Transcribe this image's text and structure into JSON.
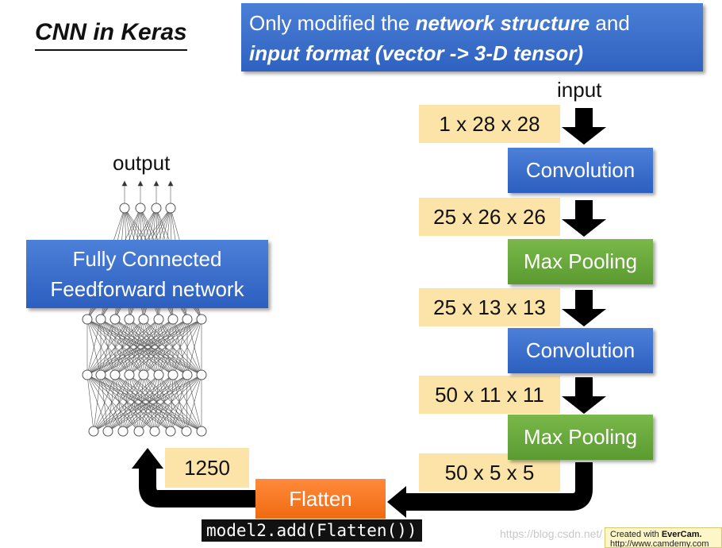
{
  "title": "CNN in Keras",
  "banner": {
    "line1_prefix": "Only modified the ",
    "line1_bold": "network structure",
    "line1_suffix": " and",
    "line2_bold": "input format (vector -> 3-D tensor)"
  },
  "input_label": "input",
  "output_label": "output",
  "shapes": [
    "1 x 28 x 28",
    "25 x 26 x 26",
    "25 x 13 x 13",
    "50 x 11 x 11",
    "50 x 5 x 5"
  ],
  "layers": [
    "Convolution",
    "Max Pooling",
    "Convolution",
    "Max Pooling"
  ],
  "flatten_label": "Flatten",
  "flatten_size": "1250",
  "fc": {
    "line1": "Fully Connected",
    "line2": "Feedforward network"
  },
  "code": "model2.add(Flatten())",
  "watermark": "https://blog.csdn.net/",
  "evercam": {
    "line1_prefix": "Created with ",
    "line1_bold": "EverCam.",
    "line2": "http://www.camdemy.com"
  },
  "colors": {
    "blue_box": "#2f62c0",
    "green_box": "#5a9a30",
    "orange_box": "#f06a10",
    "shape_box": "#fce4a8",
    "arrow": "#000000"
  }
}
